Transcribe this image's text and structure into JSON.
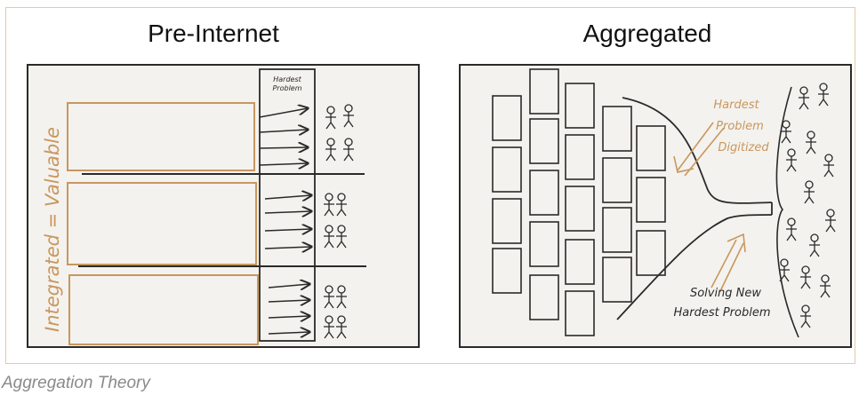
{
  "left_panel": {
    "title": "Pre-Internet",
    "column_label_line1": "Hardest",
    "column_label_line2": "Problem",
    "vertical_label": "Integrated = Valuable"
  },
  "right_panel": {
    "title": "Aggregated",
    "annotation_top": [
      "Hardest",
      "Problem",
      "Digitized"
    ],
    "annotation_bottom": [
      "Solving New",
      "Hardest Problem"
    ]
  },
  "caption": "Aggregation Theory",
  "colors": {
    "ink": "#2a2a2a",
    "sketch_orange": "#c8975e",
    "panel_bg": "#f4f2ee",
    "frame_border": "#e6c9a6"
  }
}
